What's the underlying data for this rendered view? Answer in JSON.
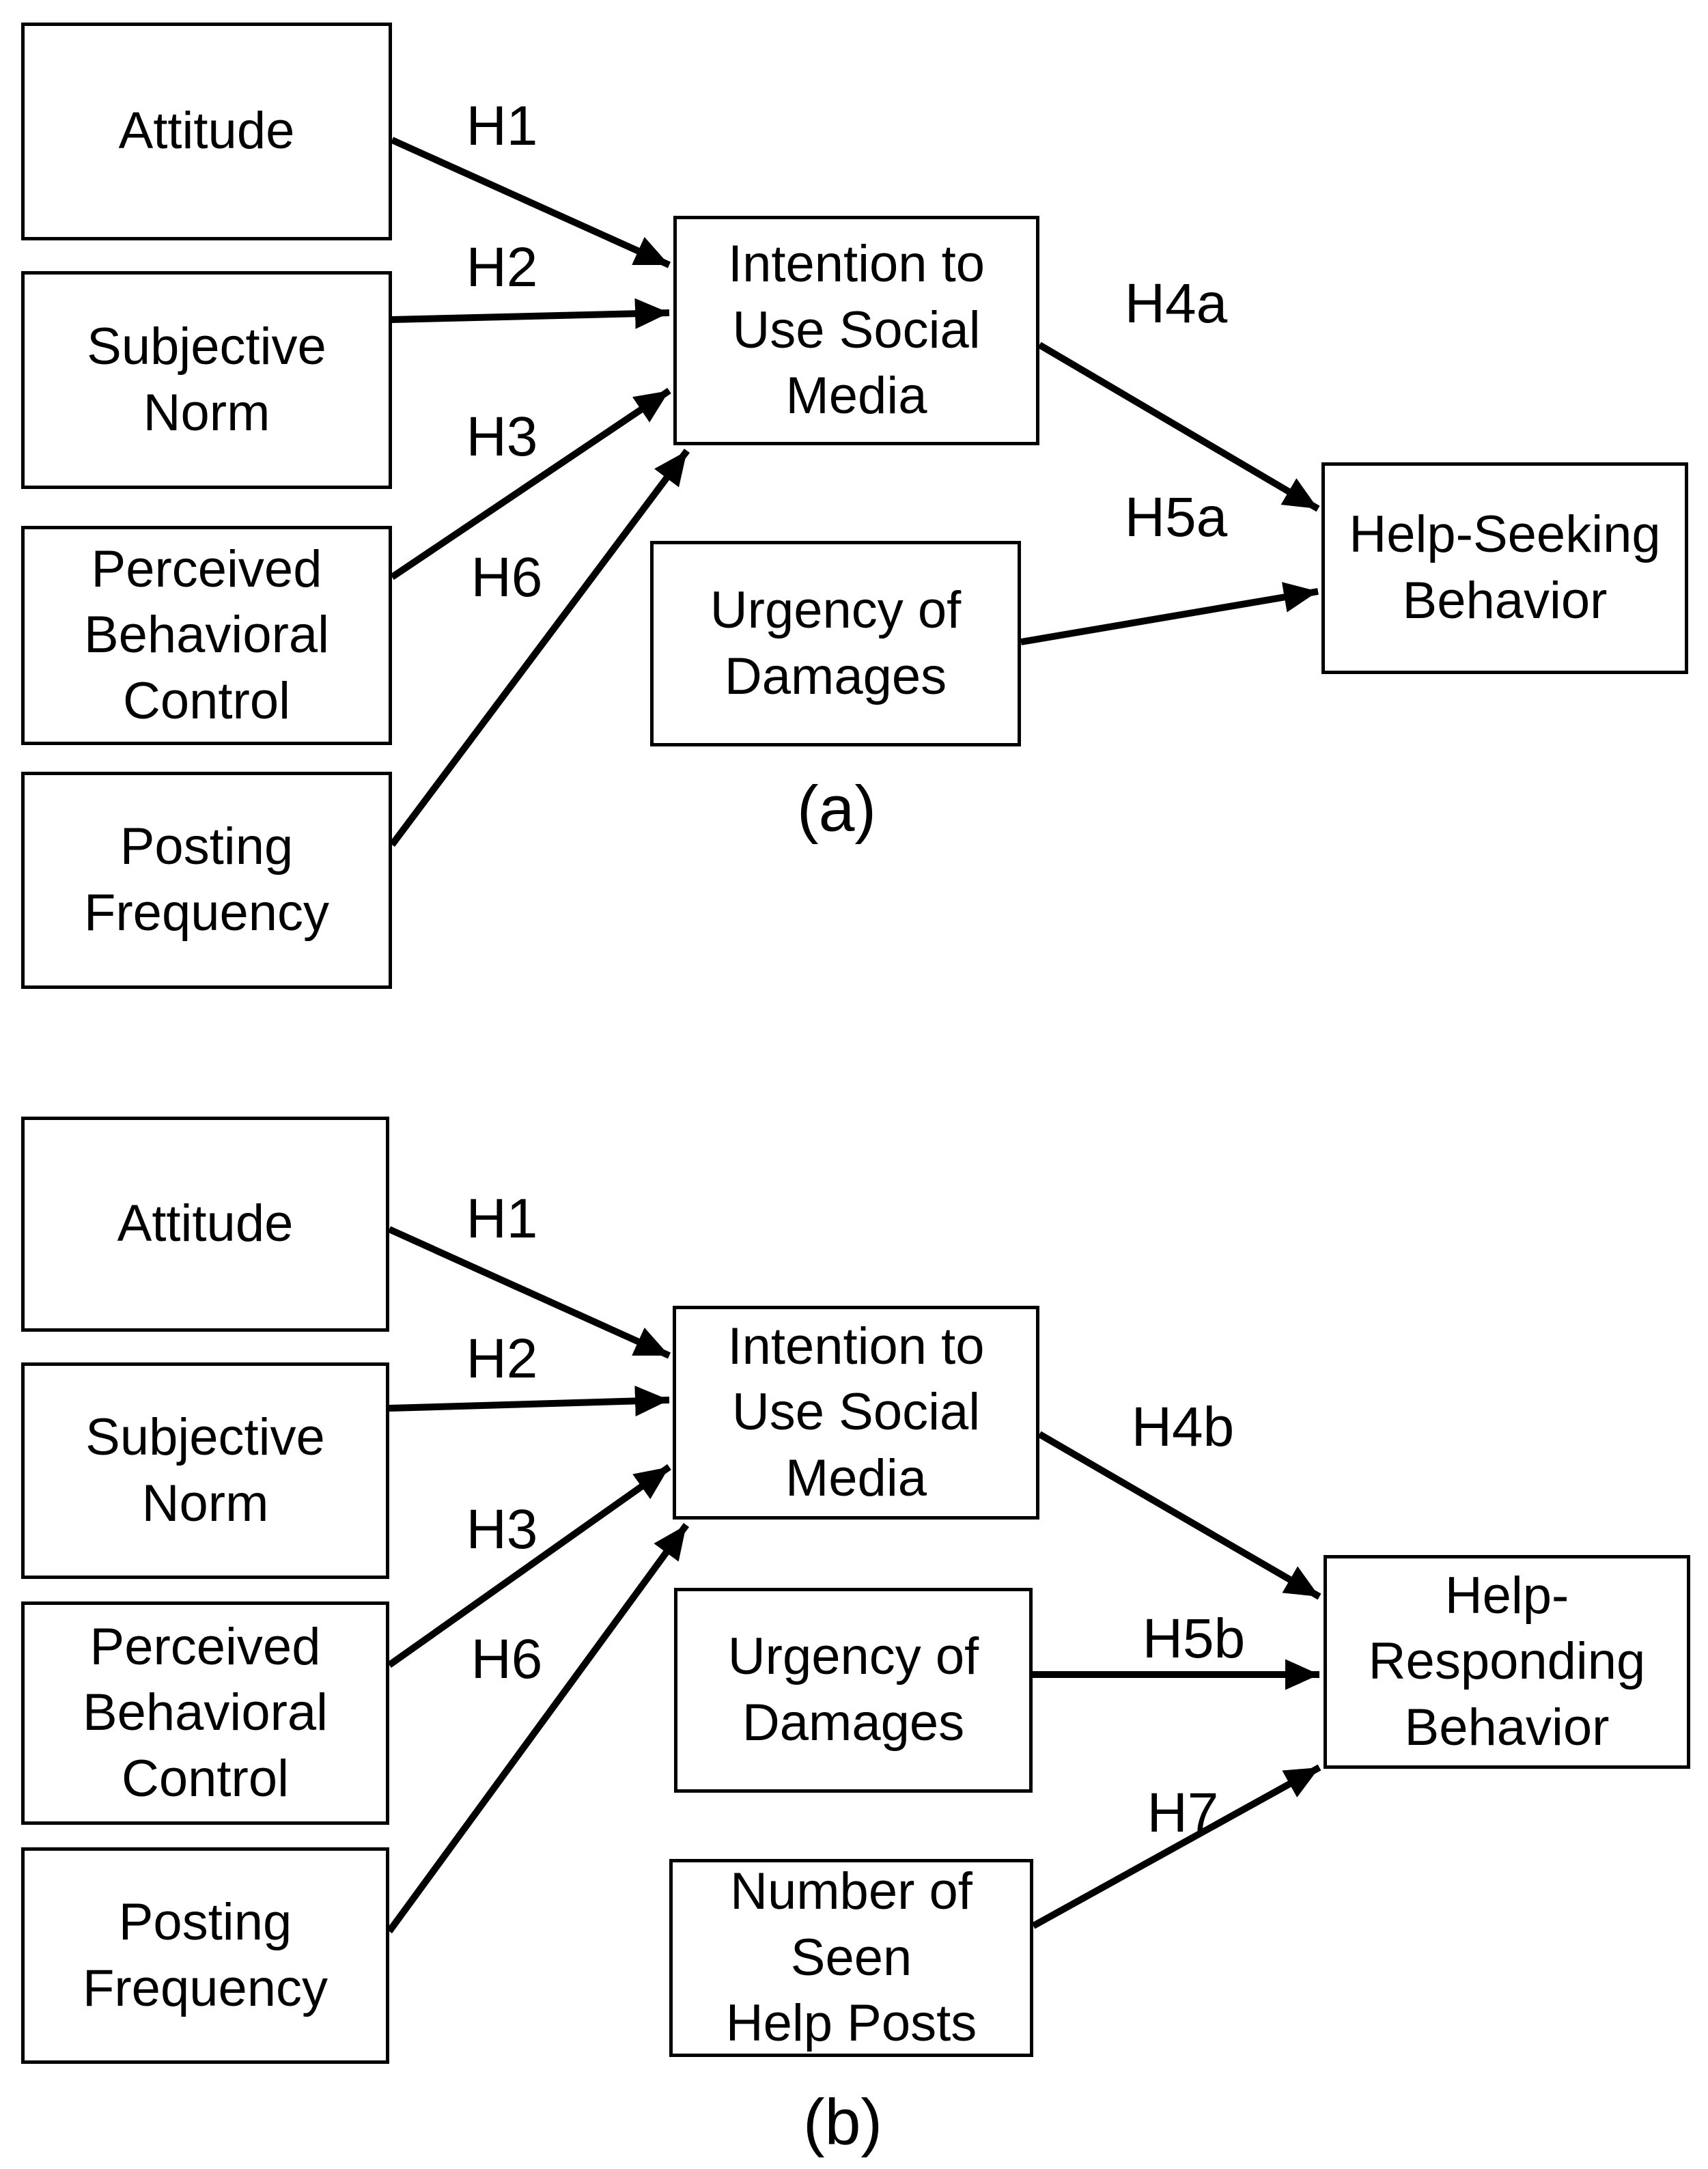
{
  "figure": {
    "background_color": "#ffffff",
    "line_color": "#000000",
    "panel_a": {
      "caption": "(a)",
      "nodes": {
        "attitude": "Attitude",
        "subjective_norm": "Subjective\nNorm",
        "perceived_behavioral_control": "Perceived\nBehavioral\nControl",
        "posting_frequency": "Posting\nFrequency",
        "intention": "Intention to\nUse Social\nMedia",
        "urgency": "Urgency of\nDamages",
        "outcome": "Help-Seeking\nBehavior"
      },
      "edges": {
        "h1": "H1",
        "h2": "H2",
        "h3": "H3",
        "h6": "H6",
        "h4a": "H4a",
        "h5a": "H5a"
      }
    },
    "panel_b": {
      "caption": "(b)",
      "nodes": {
        "attitude": "Attitude",
        "subjective_norm": "Subjective\nNorm",
        "perceived_behavioral_control": "Perceived\nBehavioral\nControl",
        "posting_frequency": "Posting\nFrequency",
        "intention": "Intention to\nUse Social\nMedia",
        "urgency": "Urgency of\nDamages",
        "number_seen_help_posts": "Number of\nSeen\nHelp Posts",
        "outcome": "Help-\nResponding\nBehavior"
      },
      "edges": {
        "h1": "H1",
        "h2": "H2",
        "h3": "H3",
        "h6": "H6",
        "h4b": "H4b",
        "h5b": "H5b",
        "h7": "H7"
      }
    }
  }
}
